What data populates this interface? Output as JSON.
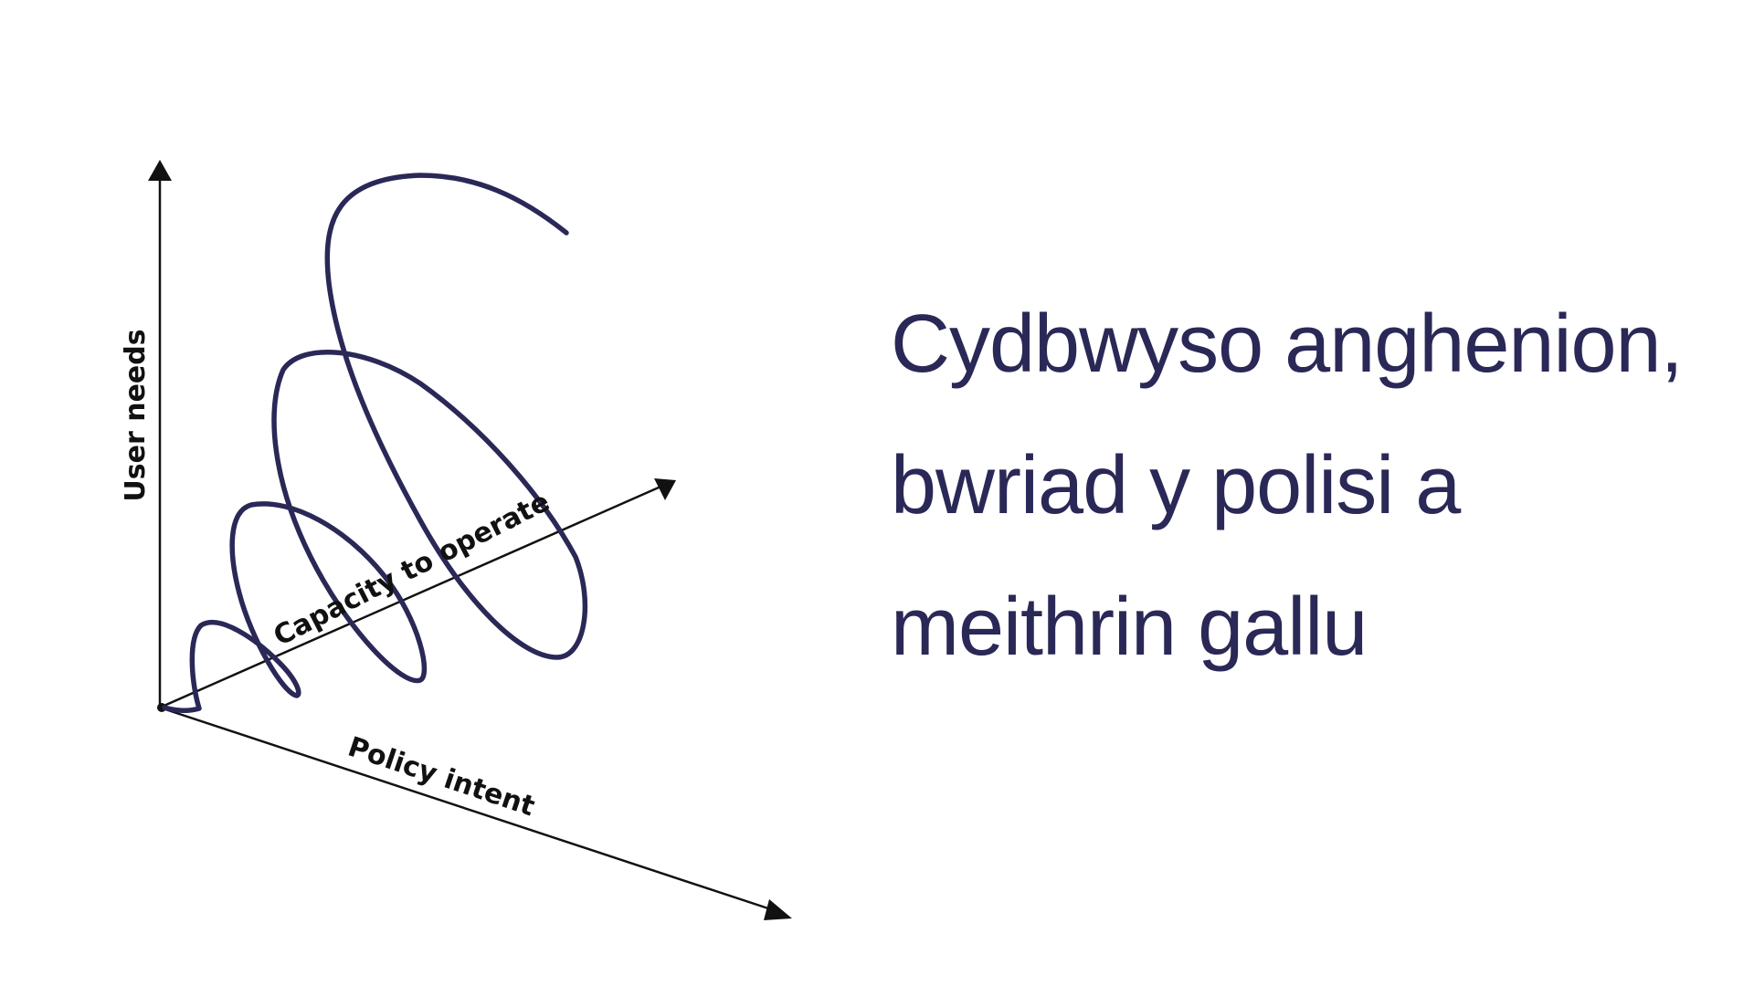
{
  "diagram": {
    "axes": {
      "vertical_label": "User needs",
      "diagonal_label": "Capacity to operate",
      "horizontal_label": "Policy intent"
    },
    "colors": {
      "spiral": "#2a2856",
      "axes": "#111111",
      "text": "#2a2856"
    }
  },
  "headline": {
    "lines": [
      "Cydbwyso anghenion,",
      "bwriad y polisi a",
      "meithrin gallu"
    ]
  }
}
